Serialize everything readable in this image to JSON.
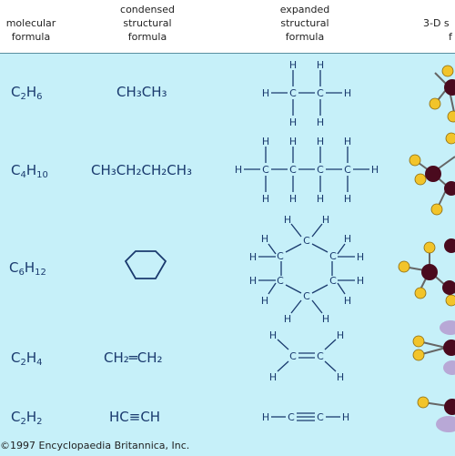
{
  "header": {
    "col1": [
      "molecular",
      "formula"
    ],
    "col2": [
      "condensed",
      "structural",
      "formula"
    ],
    "col3": [
      "expanded",
      "structural",
      "formula"
    ],
    "col4": [
      "3-D s",
      "f"
    ]
  },
  "rows": [
    {
      "molecular": {
        "el1": "C",
        "n1": "2",
        "el2": "H",
        "n2": "6"
      },
      "condensed": "CH₃CH₃"
    },
    {
      "molecular": {
        "el1": "C",
        "n1": "4",
        "el2": "H",
        "n2": "10"
      },
      "condensed": "CH₃CH₂CH₂CH₃"
    },
    {
      "molecular": {
        "el1": "C",
        "n1": "6",
        "el2": "H",
        "n2": "12"
      },
      "condensed": ""
    },
    {
      "molecular": {
        "el1": "C",
        "n1": "2",
        "el2": "H",
        "n2": "4"
      },
      "condensed": "CH₂═CH₂"
    },
    {
      "molecular": {
        "el1": "C",
        "n1": "2",
        "el2": "H",
        "n2": "2"
      },
      "condensed": "HC≡CH"
    }
  ],
  "atoms": {
    "carbon": "C",
    "hydrogen": "H"
  },
  "credit": "©1997 Encyclopaedia Britannica, Inc.",
  "colors": {
    "background": "#c6f0f9",
    "text": "#1a3a6e",
    "carbon_ball": "#4a0a1e",
    "hydrogen_ball": "#f2c42a",
    "orbital": "#b8a8d6"
  }
}
